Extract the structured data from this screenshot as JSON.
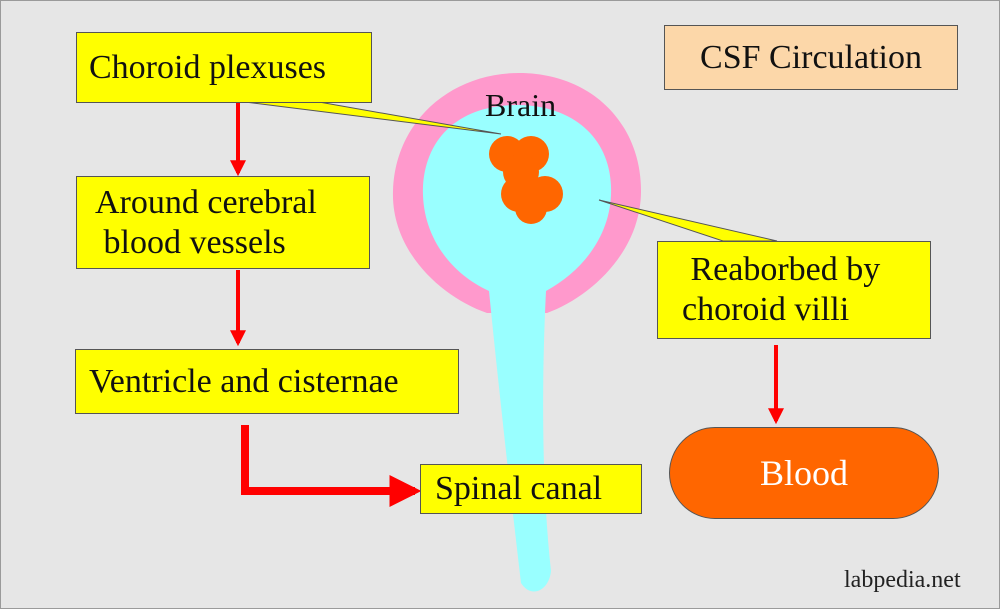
{
  "diagram": {
    "title": "CSF Circulation",
    "steps": {
      "choroid_plexuses": "Choroid plexuses",
      "around_vessels": "Around cerebral\n blood vessels",
      "ventricle": "Ventricle and cisternae",
      "spinal_canal": "Spinal canal",
      "reabsorbed": " Reaborbed by\nchoroid villi",
      "blood": "Blood"
    },
    "brain_label": "Brain",
    "watermark": "labpedia.net",
    "colors": {
      "background": "#e6e6e6",
      "box_fill": "#ffff00",
      "title_fill": "#fcd7a9",
      "arrow": "#ff0000",
      "brain_outer": "#ff99cc",
      "brain_inner": "#99ffff",
      "choroid_mass": "#ff6600",
      "blood_fill": "#ff6600"
    }
  }
}
